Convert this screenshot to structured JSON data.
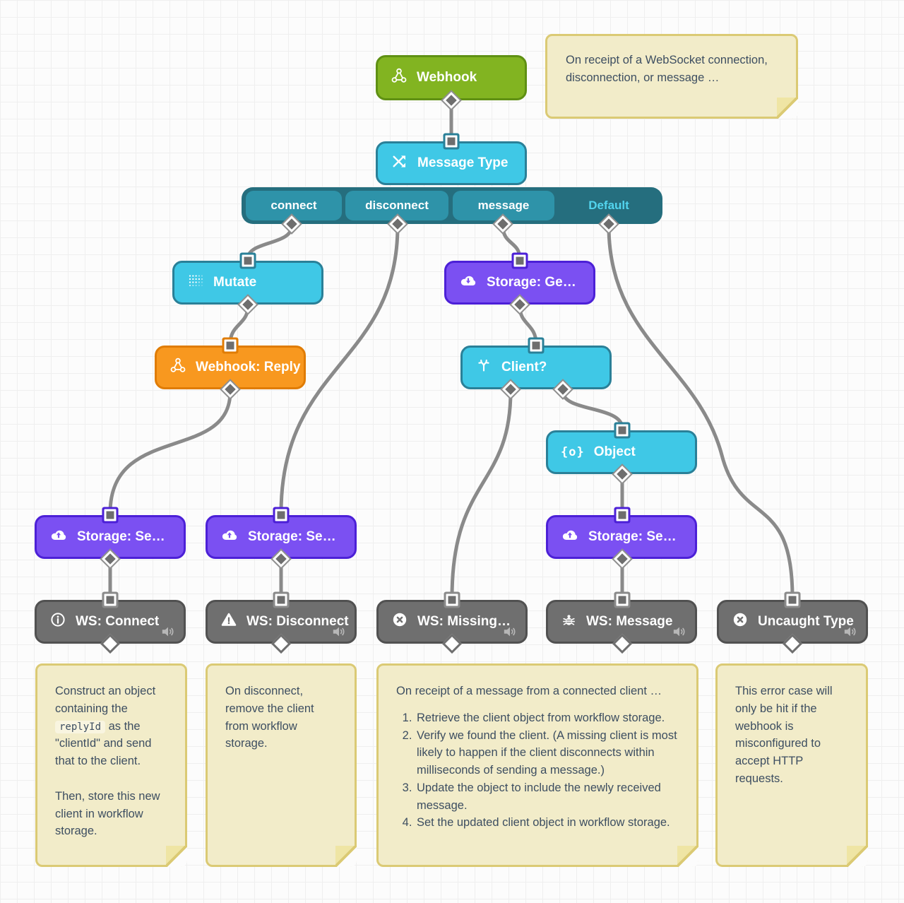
{
  "canvas": {
    "background": "#fcfcfc",
    "grid_line": "#efefef"
  },
  "colors": {
    "green": "#82b421",
    "green_border": "#5f9013",
    "cyan": "#3fc8e6",
    "cyan_border": "#2a8098",
    "teal_bar": "#256e7e",
    "teal_button": "#2e93a9",
    "default_text": "#52d4ee",
    "purple": "#7b50f2",
    "purple_border": "#4c20d7",
    "orange": "#f8981f",
    "orange_border": "#e07c04",
    "gray": "#6f6f6f",
    "gray_border": "#515151",
    "wire": "#8a8a8a",
    "note_bg": "#f2ecc9",
    "note_border": "#dbca74",
    "note_text": "#3d4e61"
  },
  "nodes": {
    "webhook": {
      "label": "Webhook",
      "icon": "webhook-icon"
    },
    "message_type": {
      "label": "Message Type",
      "icon": "shuffle-icon"
    },
    "switch": {
      "outputs": [
        {
          "label": "connect"
        },
        {
          "label": "disconnect"
        },
        {
          "label": "message"
        }
      ],
      "default_label": "Default"
    },
    "mutate": {
      "label": "Mutate",
      "icon": "grid-dots-icon"
    },
    "webhook_reply": {
      "label": "Webhook: Reply",
      "icon": "webhook-icon"
    },
    "storage_get": {
      "label": "Storage: Ge…",
      "icon": "cloud-download-icon"
    },
    "client": {
      "label": "Client?",
      "icon": "branch-split-icon"
    },
    "object": {
      "label": "Object",
      "icon": "object-braces-icon",
      "icon_text": "{o}"
    },
    "storage_set_connect": {
      "label": "Storage: Se…",
      "icon": "cloud-upload-icon"
    },
    "storage_set_disconnect": {
      "label": "Storage: Se…",
      "icon": "cloud-upload-icon"
    },
    "storage_set_message": {
      "label": "Storage: Se…",
      "icon": "cloud-upload-icon"
    },
    "ws_connect": {
      "label": "WS: Connect",
      "icon": "info-icon",
      "badge": "speaker-icon"
    },
    "ws_disconnect": {
      "label": "WS: Disconnect",
      "icon": "warning-icon",
      "badge": "speaker-icon"
    },
    "ws_missing": {
      "label": "WS: Missing…",
      "icon": "x-circle-icon",
      "badge": "speaker-icon"
    },
    "ws_message": {
      "label": "WS: Message",
      "icon": "bug-icon",
      "badge": "speaker-icon"
    },
    "uncaught_type": {
      "label": "Uncaught Type",
      "icon": "x-circle-icon",
      "badge": "speaker-icon"
    }
  },
  "notes": {
    "webhook_note": {
      "text": "On receipt of a WebSocket connection, disconnection, or message …"
    },
    "connect_note": {
      "p1_before": "Construct an object containing the",
      "code": "replyId",
      "p1_after": "as the \"clientId\" and send that to the client.",
      "p2": "Then, store this new client in workflow storage."
    },
    "disconnect_note": {
      "text": "On disconnect, remove the client from workflow storage."
    },
    "message_note": {
      "intro": "On receipt of a message from a connected client …",
      "items": [
        "Retrieve the client object from workflow storage.",
        "Verify we found the client. (A missing client is most likely to happen if the client disconnects within milliseconds of sending a message.)",
        "Update the object to include the newly received message.",
        "Set the updated client object in workflow storage."
      ]
    },
    "uncaught_note": {
      "text": "This error case will only be hit if the webhook is misconfigured to accept HTTP requests."
    }
  }
}
